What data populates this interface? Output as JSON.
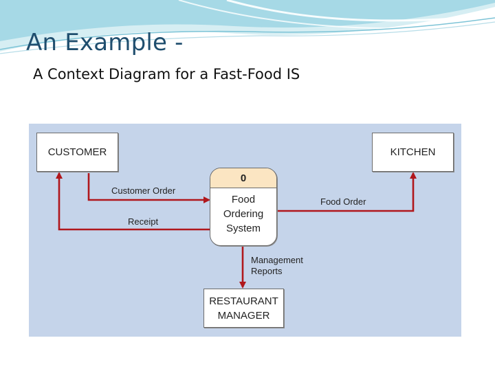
{
  "slide": {
    "title": "An Example -",
    "subtitle": "A Context Diagram for a Fast-Food IS"
  },
  "diagram": {
    "entities": {
      "customer": "CUSTOMER",
      "kitchen": "KITCHEN",
      "manager_line1": "RESTAURANT",
      "manager_line2": "MANAGER"
    },
    "process": {
      "number": "0",
      "line1": "Food",
      "line2": "Ordering",
      "line3": "System"
    },
    "flows": {
      "customer_order": "Customer Order",
      "receipt": "Receipt",
      "food_order": "Food Order",
      "reports_line1": "Management",
      "reports_line2": "Reports"
    }
  },
  "colors": {
    "title": "#1f4e6e",
    "panel": "#c5d4ea",
    "flow": "#b0171c",
    "process_header": "#fbe5c2"
  }
}
